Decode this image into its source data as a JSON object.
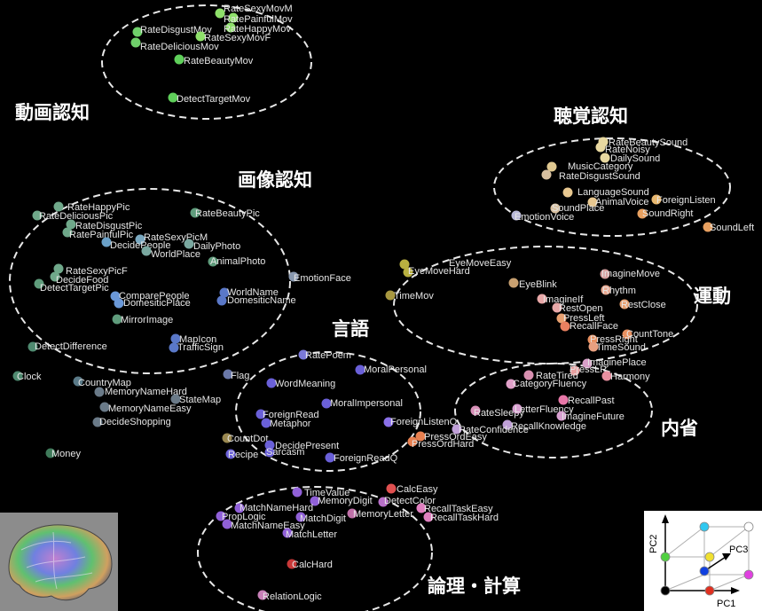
{
  "groups": [
    {
      "id": "video",
      "label": "動画認知"
    },
    {
      "id": "image",
      "label": "画像認知"
    },
    {
      "id": "audio",
      "label": "聴覚認知"
    },
    {
      "id": "motor",
      "label": "運動"
    },
    {
      "id": "language",
      "label": "言語"
    },
    {
      "id": "introspection",
      "label": "内省"
    },
    {
      "id": "logic",
      "label": "論理・計算"
    }
  ],
  "points": [
    {
      "label": "RateSexyMovM",
      "color": "#8ee06a"
    },
    {
      "label": "RatePainfulMov",
      "color": "#8ee06a"
    },
    {
      "label": "RateHappyMov",
      "color": "#8ee06a"
    },
    {
      "label": "RateDisgustMov",
      "color": "#6fd06a"
    },
    {
      "label": "RateDeliciousMov",
      "color": "#6fd06a"
    },
    {
      "label": "RateSexyMovF",
      "color": "#8ee06a"
    },
    {
      "label": "RateBeautyMov",
      "color": "#5fcf5a"
    },
    {
      "label": "DetectTargetMov",
      "color": "#5fcf5a"
    },
    {
      "label": "RateHappyPic",
      "color": "#6fa88a"
    },
    {
      "label": "RateDeliciousPic",
      "color": "#6fa88a"
    },
    {
      "label": "RateDisgustPic",
      "color": "#6fa88a"
    },
    {
      "label": "RatePainfulPic",
      "color": "#6fa88a"
    },
    {
      "label": "RateBeautyPic",
      "color": "#5f9c7c"
    },
    {
      "label": "RateSexyPicM",
      "color": "#7aa8c0"
    },
    {
      "label": "DecidePeople",
      "color": "#6aa0c8"
    },
    {
      "label": "DailyPhoto",
      "color": "#7aa8a0"
    },
    {
      "label": "WorldPlace",
      "color": "#7aa8a0"
    },
    {
      "label": "AnimalPhoto",
      "color": "#5f9c7c"
    },
    {
      "label": "RateSexyPicF",
      "color": "#6fa88a"
    },
    {
      "label": "DecideFood",
      "color": "#6fa88a"
    },
    {
      "label": "DetectTargetPic",
      "color": "#5f9c7c"
    },
    {
      "label": "ComparePeople",
      "color": "#6a98d8"
    },
    {
      "label": "DomesiticPlace",
      "color": "#6a98d8"
    },
    {
      "label": "WorldName",
      "color": "#5a78c8"
    },
    {
      "label": "DomesiticName",
      "color": "#5a78c8"
    },
    {
      "label": "EmotionFace",
      "color": "#8898b0"
    },
    {
      "label": "MirrorImage",
      "color": "#5f9c7c"
    },
    {
      "label": "MapIcon",
      "color": "#5a78c8"
    },
    {
      "label": "TrafficSign",
      "color": "#5a78c8"
    },
    {
      "label": "DetectDifference",
      "color": "#4f8a70"
    },
    {
      "label": "Clock",
      "color": "#4f8a70"
    },
    {
      "label": "CountryMap",
      "color": "#5a7a88"
    },
    {
      "label": "MemoryNameHard",
      "color": "#6a7a88"
    },
    {
      "label": "StateMap",
      "color": "#6a7a88"
    },
    {
      "label": "MemoryNameEasy",
      "color": "#6a7a88"
    },
    {
      "label": "DecideShopping",
      "color": "#6a7a88"
    },
    {
      "label": "Money",
      "color": "#3f7a5a"
    },
    {
      "label": "Flag",
      "color": "#6a78a8"
    },
    {
      "label": "RatePoem",
      "color": "#7a78d8"
    },
    {
      "label": "MoralPersonal",
      "color": "#6a60d8"
    },
    {
      "label": "WordMeaning",
      "color": "#6a60d8"
    },
    {
      "label": "MoralImpersonal",
      "color": "#6a60d8"
    },
    {
      "label": "ForeignRead",
      "color": "#6a60d8"
    },
    {
      "label": "Metaphor",
      "color": "#6a60d8"
    },
    {
      "label": "ForeignListenQ",
      "color": "#8a70e8"
    },
    {
      "label": "CountDot",
      "color": "#9a8850"
    },
    {
      "label": "DecidePresent",
      "color": "#6a60d8"
    },
    {
      "label": "Recipe",
      "color": "#6a60d8"
    },
    {
      "label": "Sarcasm",
      "color": "#6a60d8"
    },
    {
      "label": "ForeignReadQ",
      "color": "#6a60d8"
    },
    {
      "label": "RateBeautySound",
      "color": "#e8d8a0"
    },
    {
      "label": "RateNoisy",
      "color": "#e8d8a0"
    },
    {
      "label": "DailySound",
      "color": "#e8d8a0"
    },
    {
      "label": "MusicCategory",
      "color": "#e0c890"
    },
    {
      "label": "RateDisgustSound",
      "color": "#d8c0a0"
    },
    {
      "label": "LanguageSound",
      "color": "#e8c890"
    },
    {
      "label": "AnimalVoice",
      "color": "#e8c890"
    },
    {
      "label": "ForeignListen",
      "color": "#e8b870"
    },
    {
      "label": "SoundPlace",
      "color": "#d8c0a0"
    },
    {
      "label": "SoundRight",
      "color": "#e8a060"
    },
    {
      "label": "EmotionVoice",
      "color": "#b8b8d8"
    },
    {
      "label": "SoundLeft",
      "color": "#e8a060"
    },
    {
      "label": "EyeMoveEasy",
      "color": "#b8b040"
    },
    {
      "label": "EyeMoveHard",
      "color": "#b8b040"
    },
    {
      "label": "ImagineMove",
      "color": "#d8a0a0"
    },
    {
      "label": "TimeMov",
      "color": "#a89840"
    },
    {
      "label": "EyeBlink",
      "color": "#c8a070"
    },
    {
      "label": "Rhythm",
      "color": "#e8a890"
    },
    {
      "label": "ImagineIf",
      "color": "#e8a8a8"
    },
    {
      "label": "RestOpen",
      "color": "#e8a8a8"
    },
    {
      "label": "RestClose",
      "color": "#e8a070"
    },
    {
      "label": "PressLeft",
      "color": "#e8a070"
    },
    {
      "label": "RecallFace",
      "color": "#e88060"
    },
    {
      "label": "CountTone",
      "color": "#e89060"
    },
    {
      "label": "PressRight",
      "color": "#e89060"
    },
    {
      "label": "TimeSound",
      "color": "#e8a080"
    },
    {
      "label": "ImaginePlace",
      "color": "#d8a0c8"
    },
    {
      "label": "PressLR",
      "color": "#e8a0a0"
    },
    {
      "label": "RateTired",
      "color": "#d890b0"
    },
    {
      "label": "Harmony",
      "color": "#e890a0"
    },
    {
      "label": "CategoryFluency",
      "color": "#e0a0c8"
    },
    {
      "label": "RecallPast",
      "color": "#e878a8"
    },
    {
      "label": "RateSleepy",
      "color": "#d890b8"
    },
    {
      "label": "LetterFluency",
      "color": "#d8a0d0"
    },
    {
      "label": "ImagineFuture",
      "color": "#d8a0d0"
    },
    {
      "label": "RecallKnowledge",
      "color": "#c0a0d8"
    },
    {
      "label": "RateConfidence",
      "color": "#c0a0d8"
    },
    {
      "label": "PressOrdEasy",
      "color": "#e88050"
    },
    {
      "label": "PressOrdHard",
      "color": "#e88050"
    },
    {
      "label": "TimeValue",
      "color": "#9060d8"
    },
    {
      "label": "MemoryDigit",
      "color": "#9060d8"
    },
    {
      "label": "DetectColor",
      "color": "#b870c8"
    },
    {
      "label": "CalcEasy",
      "color": "#e05050"
    },
    {
      "label": "MatchNameHard",
      "color": "#9060d8"
    },
    {
      "label": "MemoryLetter",
      "color": "#c070a8"
    },
    {
      "label": "RecallTaskEasy",
      "color": "#e080c0"
    },
    {
      "label": "PropLogic",
      "color": "#9060d8"
    },
    {
      "label": "MatchDigit",
      "color": "#9060d8"
    },
    {
      "label": "RecallTaskHard",
      "color": "#e080c0"
    },
    {
      "label": "MatchNameEasy",
      "color": "#9060d8"
    },
    {
      "label": "MatchLetter",
      "color": "#9060d8"
    },
    {
      "label": "CalcHard",
      "color": "#c83838"
    },
    {
      "label": "RelationLogic",
      "color": "#c880b8"
    }
  ],
  "legend": {
    "x_axis": "PC1",
    "y_axis": "PC2",
    "z_axis": "PC3",
    "corner_colors": {
      "origin": "#000000",
      "x": "#e03020",
      "y": "#50d040",
      "z": "#1040e0",
      "xy": "#f0e030",
      "yz": "#30c8f0",
      "xz": "#e040e0",
      "xyz": "#ffffff"
    }
  }
}
